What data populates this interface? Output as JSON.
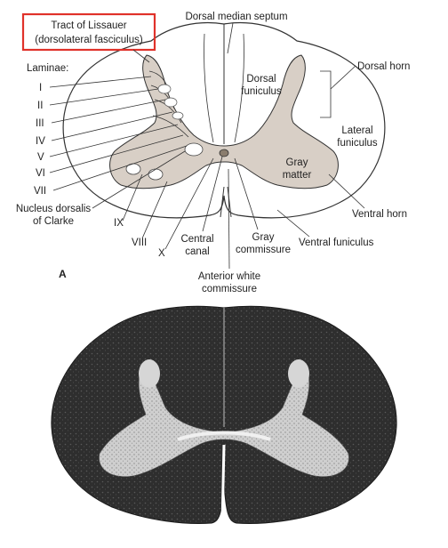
{
  "figure": {
    "highlight_label_line1": "Tract of Lissauer",
    "highlight_label_line2": "(dorsolateral fasciculus)",
    "highlight_color": "#e0322a",
    "laminae_heading": "Laminae:",
    "laminae": [
      "I",
      "II",
      "III",
      "IV",
      "V",
      "VI",
      "VII",
      "VIII",
      "IX",
      "X"
    ],
    "dorsal_median_septum": "Dorsal median septum",
    "dorsal_funiculus_line1": "Dorsal",
    "dorsal_funiculus_line2": "funiculus",
    "dorsal_horn": "Dorsal horn",
    "lateral_funiculus_line1": "Lateral",
    "lateral_funiculus_line2": "funiculus",
    "gray_matter_line1": "Gray",
    "gray_matter_line2": "matter",
    "ventral_horn": "Ventral horn",
    "ventral_funiculus": "Ventral funiculus",
    "gray_commissure_line1": "Gray",
    "gray_commissure_line2": "commissure",
    "central_canal_line1": "Central",
    "central_canal_line2": "canal",
    "anterior_white_commissure_line1": "Anterior white",
    "anterior_white_commissure_line2": "commissure",
    "nucleus_dorsalis_line1": "Nucleus dorsalis",
    "nucleus_dorsalis_line2": "of Clarke",
    "panel_letter": "A",
    "gray_fill_color": "#d8cfc6",
    "micrograph_dark_color": "#2b2b2b"
  }
}
